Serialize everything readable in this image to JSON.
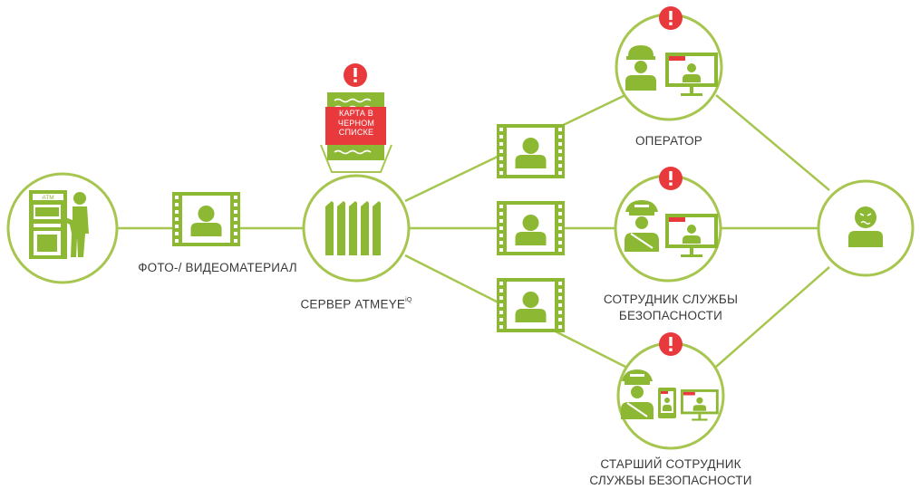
{
  "colors": {
    "green": "#8cb833",
    "line": "#a6c64f",
    "alert": "#e8393c",
    "text": "#3a3a3a",
    "white": "#ffffff"
  },
  "nodes": {
    "atm": {
      "screen_text": "ATM",
      "icon": "atm-user-icon"
    },
    "video_label": "ФОТО-/ ВИДЕОМАТЕРИАЛ",
    "server": {
      "label_main": "СЕРВЕР ATMEYE",
      "label_sup": "iQ",
      "icon": "server-icon"
    },
    "blacklist_card": {
      "text_lines": [
        "КАРТА В",
        "ЧЕРНОМ",
        "СПИСКЕ"
      ],
      "alert_mark": "!"
    },
    "operator": {
      "label": "ОПЕРАТОР",
      "alert_mark": "!",
      "icon": "operator-monitor-icon"
    },
    "security": {
      "label_lines": [
        "СОТРУДНИК СЛУЖБЫ",
        "БЕЗОПАСНОСТИ"
      ],
      "alert_mark": "!",
      "icon": "security-guard-monitor-icon"
    },
    "senior_security": {
      "label_lines": [
        "СТАРШИЙ СОТРУДНИК",
        "СЛУЖБЫ БЕЗОПАСНОСТИ"
      ],
      "alert_mark": "!",
      "icon": "senior-guard-phone-monitor-icon"
    },
    "suspect": {
      "icon": "angry-person-icon"
    }
  }
}
